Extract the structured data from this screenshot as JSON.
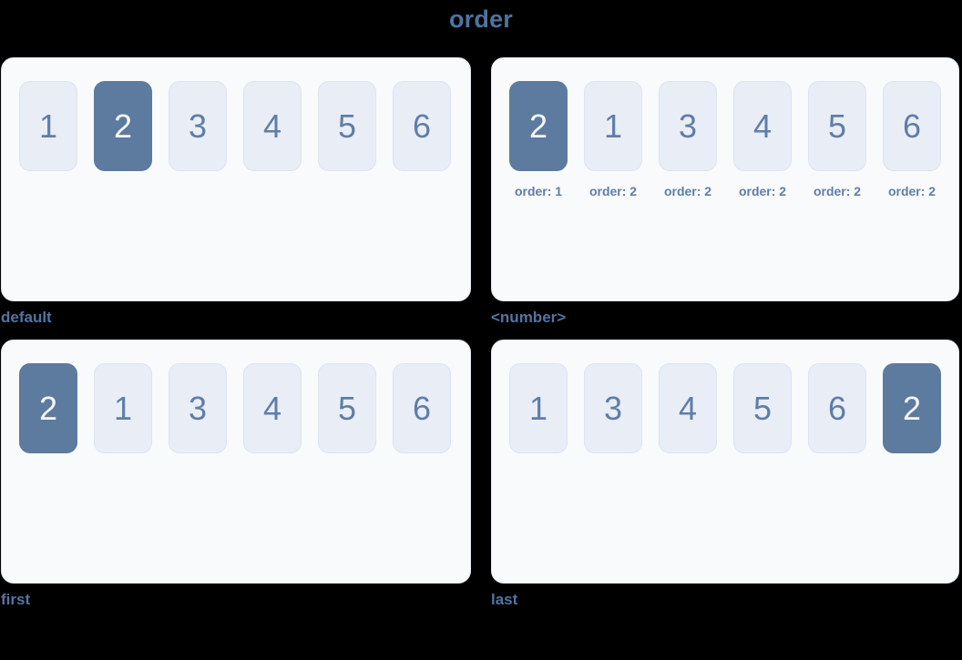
{
  "title": "order",
  "colors": {
    "background": "#000000",
    "accent_text": "#4f739e",
    "panel_background": "#f8fafc",
    "panel_border": "#e4e9f2",
    "item_background": "#e9edf6",
    "item_border": "#dde4f0",
    "item_text": "#5f7ea6",
    "highlight_background": "#5d7b9e",
    "highlight_text": "#f4f7fb"
  },
  "panels": [
    {
      "label": "default",
      "items": [
        {
          "text": "1",
          "highlight": false
        },
        {
          "text": "2",
          "highlight": true
        },
        {
          "text": "3",
          "highlight": false
        },
        {
          "text": "4",
          "highlight": false
        },
        {
          "text": "5",
          "highlight": false
        },
        {
          "text": "6",
          "highlight": false
        }
      ]
    },
    {
      "label": "<number>",
      "items": [
        {
          "text": "2",
          "highlight": true,
          "caption": "order: 1"
        },
        {
          "text": "1",
          "highlight": false,
          "caption": "order: 2"
        },
        {
          "text": "3",
          "highlight": false,
          "caption": "order: 2"
        },
        {
          "text": "4",
          "highlight": false,
          "caption": "order: 2"
        },
        {
          "text": "5",
          "highlight": false,
          "caption": "order: 2"
        },
        {
          "text": "6",
          "highlight": false,
          "caption": "order: 2"
        }
      ]
    },
    {
      "label": "first",
      "items": [
        {
          "text": "2",
          "highlight": true
        },
        {
          "text": "1",
          "highlight": false
        },
        {
          "text": "3",
          "highlight": false
        },
        {
          "text": "4",
          "highlight": false
        },
        {
          "text": "5",
          "highlight": false
        },
        {
          "text": "6",
          "highlight": false
        }
      ]
    },
    {
      "label": "last",
      "items": [
        {
          "text": "1",
          "highlight": false
        },
        {
          "text": "3",
          "highlight": false
        },
        {
          "text": "4",
          "highlight": false
        },
        {
          "text": "5",
          "highlight": false
        },
        {
          "text": "6",
          "highlight": false
        },
        {
          "text": "2",
          "highlight": true
        }
      ]
    }
  ]
}
